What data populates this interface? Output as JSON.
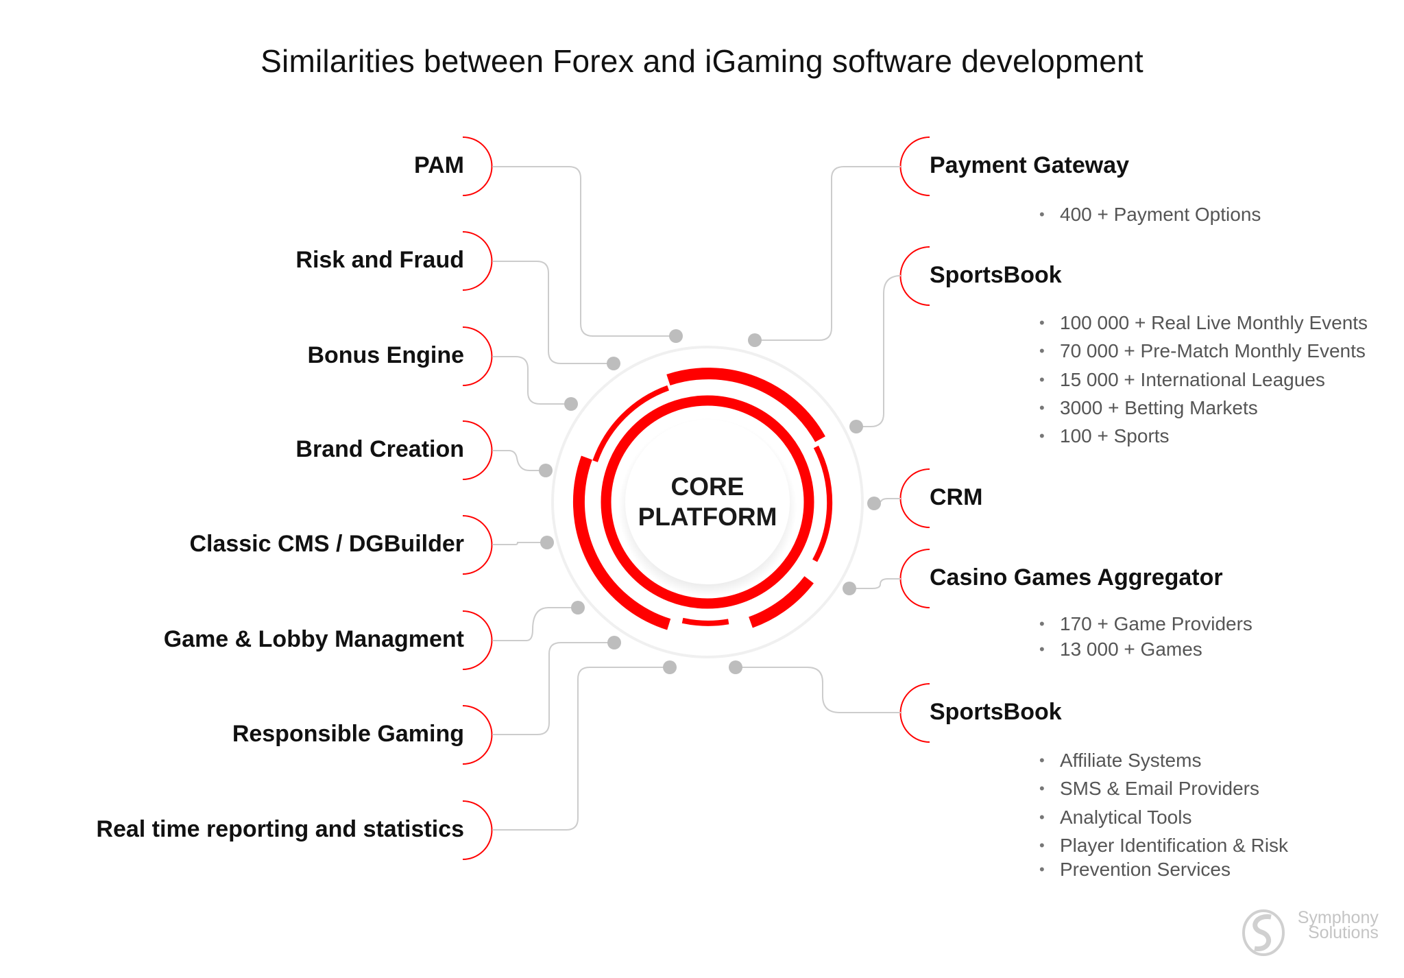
{
  "title": "Similarities between Forex and iGaming software development",
  "colors": {
    "accent": "#ff0000",
    "connector": "#cccccc",
    "node": "#bdbdbd",
    "text": "#111111",
    "bullet_text": "#555555"
  },
  "center": {
    "line1": "CORE",
    "line2": "PLATFORM"
  },
  "left_items": [
    {
      "label": "PAM"
    },
    {
      "label": "Risk and Fraud"
    },
    {
      "label": "Bonus Engine"
    },
    {
      "label": "Brand Creation"
    },
    {
      "label": "Classic CMS / DGBuilder"
    },
    {
      "label": "Game & Lobby Managment"
    },
    {
      "label": "Responsible Gaming"
    },
    {
      "label": "Real time reporting and statistics"
    }
  ],
  "right_items": [
    {
      "label": "Payment Gateway",
      "bullets": [
        "400 + Payment Options"
      ]
    },
    {
      "label": "SportsBook",
      "bullets": [
        "100 000 + Real Live Monthly Events",
        "70 000 + Pre-Match Monthly Events",
        "15 000 + International Leagues",
        "3000 + Betting Markets",
        "100 + Sports"
      ]
    },
    {
      "label": "CRM",
      "bullets": []
    },
    {
      "label": "Casino Games Aggregator",
      "bullets": [
        "170 + Game Providers",
        "13 000 + Games"
      ]
    },
    {
      "label": "SportsBook",
      "bullets": [
        "Affiliate Systems",
        "SMS & Email Providers",
        "Analytical Tools",
        "Player Identification & Risk",
        "Prevention Services"
      ]
    }
  ],
  "bullet_glyph": "•",
  "logo": {
    "line1": "Symphony",
    "line2": "Solutions"
  }
}
